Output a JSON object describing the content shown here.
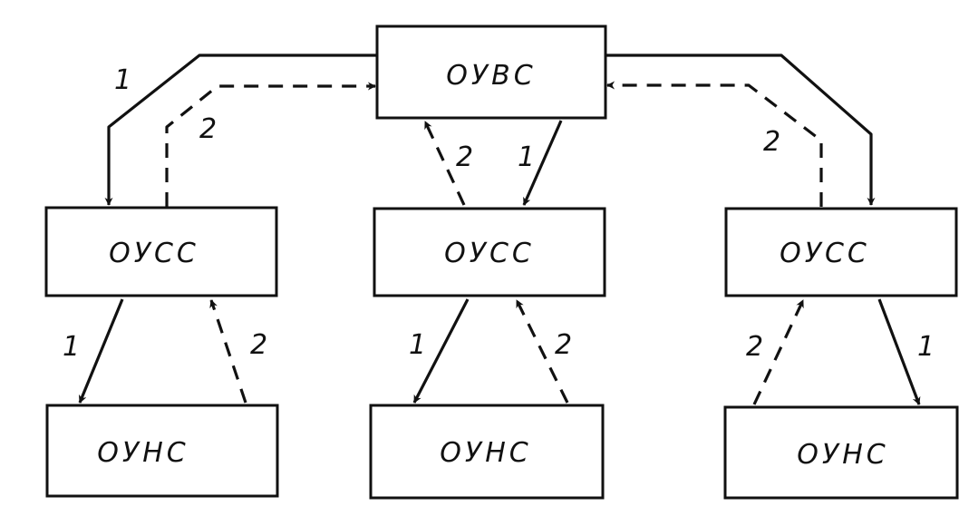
{
  "nodes": {
    "top": "ОУВС",
    "mid_left": "ОУСС",
    "mid_center": "ОУСС",
    "mid_right": "ОУСС",
    "bottom_left": "ОУНС",
    "bottom_center": "ОУНС",
    "bottom_right": "ОУНС"
  },
  "edge_labels": {
    "top_left_solid": "1",
    "top_left_dashed": "2",
    "top_right_dashed": "2",
    "center_up_dashed": "2",
    "center_down_solid": "1",
    "left_down_solid": "1",
    "left_up_dashed": "2",
    "center_bottom_solid": "1",
    "center_bottom_dashed": "2",
    "right_bottom_dashed": "2",
    "right_bottom_solid": "1"
  },
  "legend_meaning": {
    "solid": "1",
    "dashed": "2"
  }
}
